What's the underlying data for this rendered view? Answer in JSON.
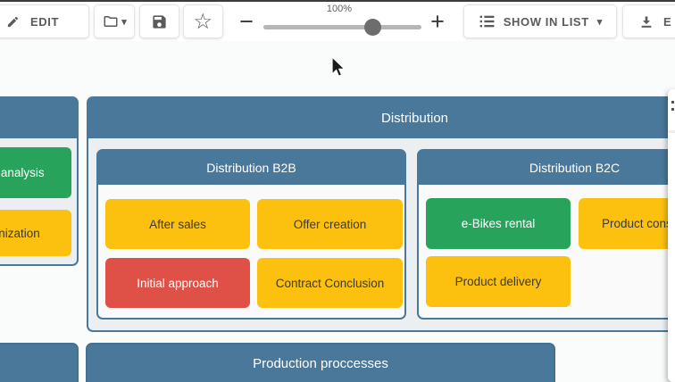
{
  "toolbar": {
    "edit_label": "EDIT",
    "zoom_value": "100%",
    "show_in_list_label": "SHOW IN LIST",
    "export_label": "E",
    "icons": {
      "edit": "pencil-icon",
      "open": "folder-with-caret-icon",
      "save": "floppy-disk-icon",
      "favorite": "star-outline-icon",
      "zoom_out_glyph": "−",
      "zoom_in_glyph": "+",
      "star_glyph": "☆",
      "caret_down_glyph": "▾",
      "list": "list-icon",
      "download": "download-icon"
    }
  },
  "canvas": {
    "left_panel": {
      "cards": [
        {
          "label": "ent analysis",
          "color": "green"
        },
        {
          "label": "ganization",
          "color": "yellow"
        }
      ]
    },
    "distribution": {
      "title": "Distribution",
      "b2b": {
        "title": "Distribution B2B",
        "cards": [
          {
            "label": "After sales",
            "color": "yellow"
          },
          {
            "label": "Offer creation",
            "color": "yellow"
          },
          {
            "label": "Initial approach",
            "color": "red"
          },
          {
            "label": "Contract Conclusion",
            "color": "yellow"
          }
        ]
      },
      "b2c": {
        "title": "Distribution B2C",
        "cards": [
          {
            "label": "e-Bikes rental",
            "color": "green"
          },
          {
            "label": "Product consu",
            "color": "yellow"
          },
          {
            "label": "Product delivery",
            "color": "yellow"
          }
        ]
      }
    },
    "production": {
      "title": "Production proccesses"
    }
  },
  "colors": {
    "panel_blue": "#4a789b",
    "panel_body_grey": "#ebeff1",
    "card_yellow": "#fcc10e",
    "card_green": "#28a35c",
    "card_red": "#df5047",
    "toolbar_icon_grey": "#5a5a5a"
  }
}
